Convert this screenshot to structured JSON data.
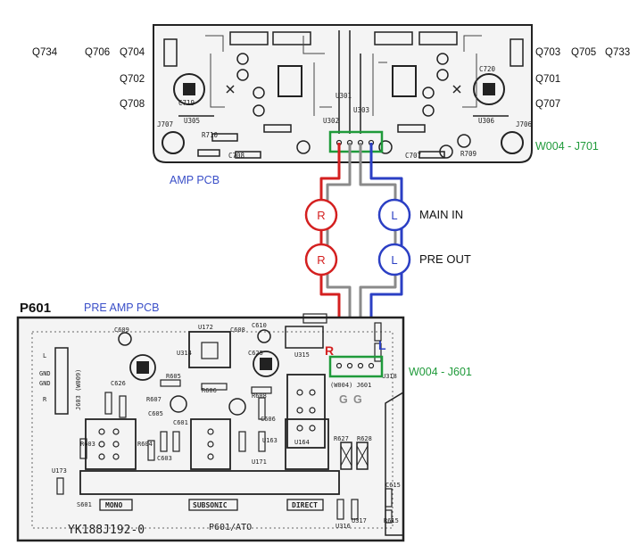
{
  "amp_pcb": {
    "name": "AMP PCB",
    "connector": "W004 - J701",
    "left_transistors": [
      "Q734",
      "Q706",
      "Q704"
    ],
    "left_side_labels": [
      "Q702",
      "Q708"
    ],
    "right_transistors": [
      "Q703",
      "Q705",
      "Q733"
    ],
    "right_side_labels": [
      "Q701",
      "Q707"
    ],
    "component_labels": [
      "C719",
      "C720",
      "J707",
      "J706",
      "U305",
      "U306",
      "U301",
      "U302",
      "U303",
      "R710",
      "R709",
      "C708",
      "C707"
    ]
  },
  "pre_amp_pcb": {
    "board_id": "P601",
    "name": "PRE AMP PCB",
    "connector": "W004 - J601",
    "part_number": "YK188J192-0",
    "board_code": "P601/ATO",
    "buttons": [
      "MONO",
      "SUBSONIC",
      "DIRECT"
    ],
    "jack_j603_pins": [
      "L",
      "GND",
      "GND",
      "R"
    ],
    "jack_j603_label": "J603 (W009)",
    "connector_label": "(W004) J601",
    "channel_r": "R",
    "channel_l": "L",
    "ground_labels": [
      "G",
      "G"
    ],
    "component_labels": [
      "C609",
      "C626",
      "C610",
      "C608",
      "C625",
      "R605",
      "R606",
      "R608",
      "R607",
      "R604",
      "R603",
      "C603",
      "C605",
      "C601",
      "C606",
      "U172",
      "U314",
      "U315",
      "U164",
      "U163",
      "U171",
      "U173",
      "R627",
      "R628",
      "S601",
      "U316",
      "U317",
      "C615",
      "R615",
      "U318"
    ]
  },
  "wiring": {
    "main_in": {
      "label": "MAIN IN",
      "r": "R",
      "l": "L"
    },
    "pre_out": {
      "label": "PRE OUT",
      "r": "R",
      "l": "L"
    },
    "colors": {
      "r": "#d42020",
      "l": "#2b3fc4",
      "ground": "#8a8a8a",
      "connector": "#1f9a3a"
    }
  }
}
